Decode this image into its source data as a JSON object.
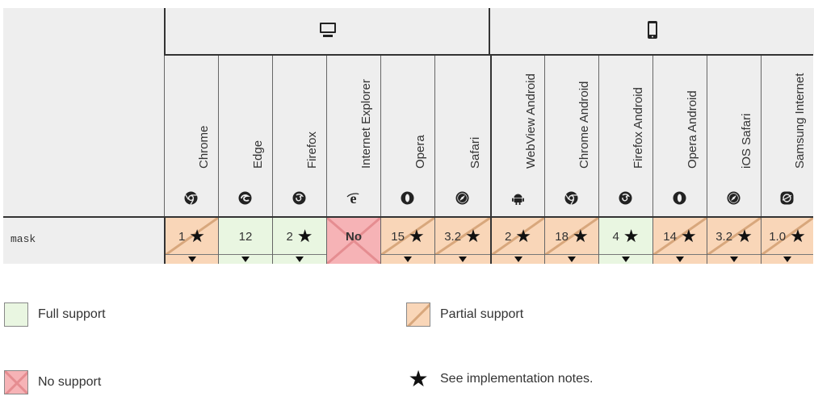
{
  "groups": [
    {
      "name": "desktop",
      "icon": "desktop-icon"
    },
    {
      "name": "mobile",
      "icon": "mobile-icon"
    }
  ],
  "browsers": [
    {
      "name": "Chrome",
      "icon": "chrome-icon"
    },
    {
      "name": "Edge",
      "icon": "edge-icon"
    },
    {
      "name": "Firefox",
      "icon": "firefox-icon"
    },
    {
      "name": "Internet Explorer",
      "icon": "internet-explorer-icon"
    },
    {
      "name": "Opera",
      "icon": "opera-icon"
    },
    {
      "name": "Safari",
      "icon": "safari-icon"
    },
    {
      "name": "WebView Android",
      "icon": "android-icon"
    },
    {
      "name": "Chrome Android",
      "icon": "chrome-icon"
    },
    {
      "name": "Firefox Android",
      "icon": "firefox-icon"
    },
    {
      "name": "Opera Android",
      "icon": "opera-icon"
    },
    {
      "name": "iOS Safari",
      "icon": "safari-icon"
    },
    {
      "name": "Samsung Internet",
      "icon": "samsung-internet-icon"
    }
  ],
  "feature": {
    "name": "mask",
    "support": [
      {
        "value": "1",
        "status": "partial",
        "note": true
      },
      {
        "value": "12",
        "status": "full",
        "note": false
      },
      {
        "value": "2",
        "status": "full",
        "note": true
      },
      {
        "value": "No",
        "status": "no",
        "note": false
      },
      {
        "value": "15",
        "status": "partial",
        "note": true
      },
      {
        "value": "3.2",
        "status": "partial",
        "note": true
      },
      {
        "value": "2",
        "status": "partial",
        "note": true
      },
      {
        "value": "18",
        "status": "partial",
        "note": true
      },
      {
        "value": "4",
        "status": "full",
        "note": true
      },
      {
        "value": "14",
        "status": "partial",
        "note": true
      },
      {
        "value": "3.2",
        "status": "partial",
        "note": true
      },
      {
        "value": "1.0",
        "status": "partial",
        "note": true
      }
    ]
  },
  "legend": {
    "full": "Full support",
    "partial": "Partial support",
    "no": "No support",
    "notes": "See implementation notes."
  },
  "symbols": {
    "star": "★"
  },
  "colors": {
    "full": "#e9f6e1",
    "partial": "#f9d6b8",
    "no": "#f6b3b6"
  }
}
